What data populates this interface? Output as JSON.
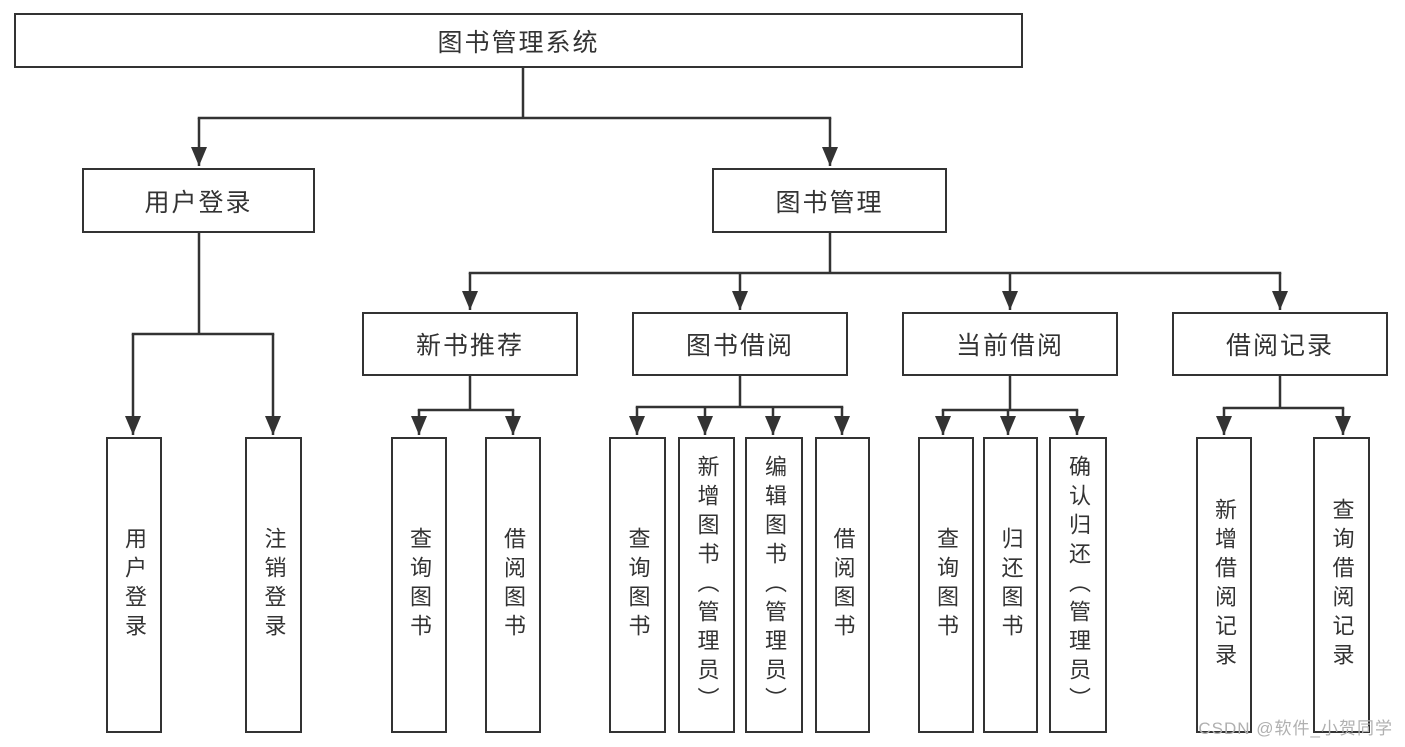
{
  "diagram": {
    "root": {
      "label": "图书管理系统"
    },
    "branches": [
      {
        "label": "用户登录",
        "children": [
          {
            "label": "用户登录"
          },
          {
            "label": "注销登录"
          }
        ]
      },
      {
        "label": "图书管理",
        "children": [
          {
            "label": "新书推荐",
            "children": [
              {
                "label": "查询图书"
              },
              {
                "label": "借阅图书"
              }
            ]
          },
          {
            "label": "图书借阅",
            "children": [
              {
                "label": "查询图书"
              },
              {
                "label": "新增图书（管理员）"
              },
              {
                "label": "编辑图书（管理员）"
              },
              {
                "label": "借阅图书"
              }
            ]
          },
          {
            "label": "当前借阅",
            "children": [
              {
                "label": "查询图书"
              },
              {
                "label": "归还图书"
              },
              {
                "label": "确认归还（管理员）"
              }
            ]
          },
          {
            "label": "借阅记录",
            "children": [
              {
                "label": "新增借阅记录"
              },
              {
                "label": "查询借阅记录"
              }
            ]
          }
        ]
      }
    ]
  },
  "watermark": {
    "text": "CSDN @软件_小贺同学"
  },
  "colors": {
    "line": "#333333",
    "text": "#333333",
    "background": "#ffffff",
    "watermark": "#b0b0b0"
  }
}
